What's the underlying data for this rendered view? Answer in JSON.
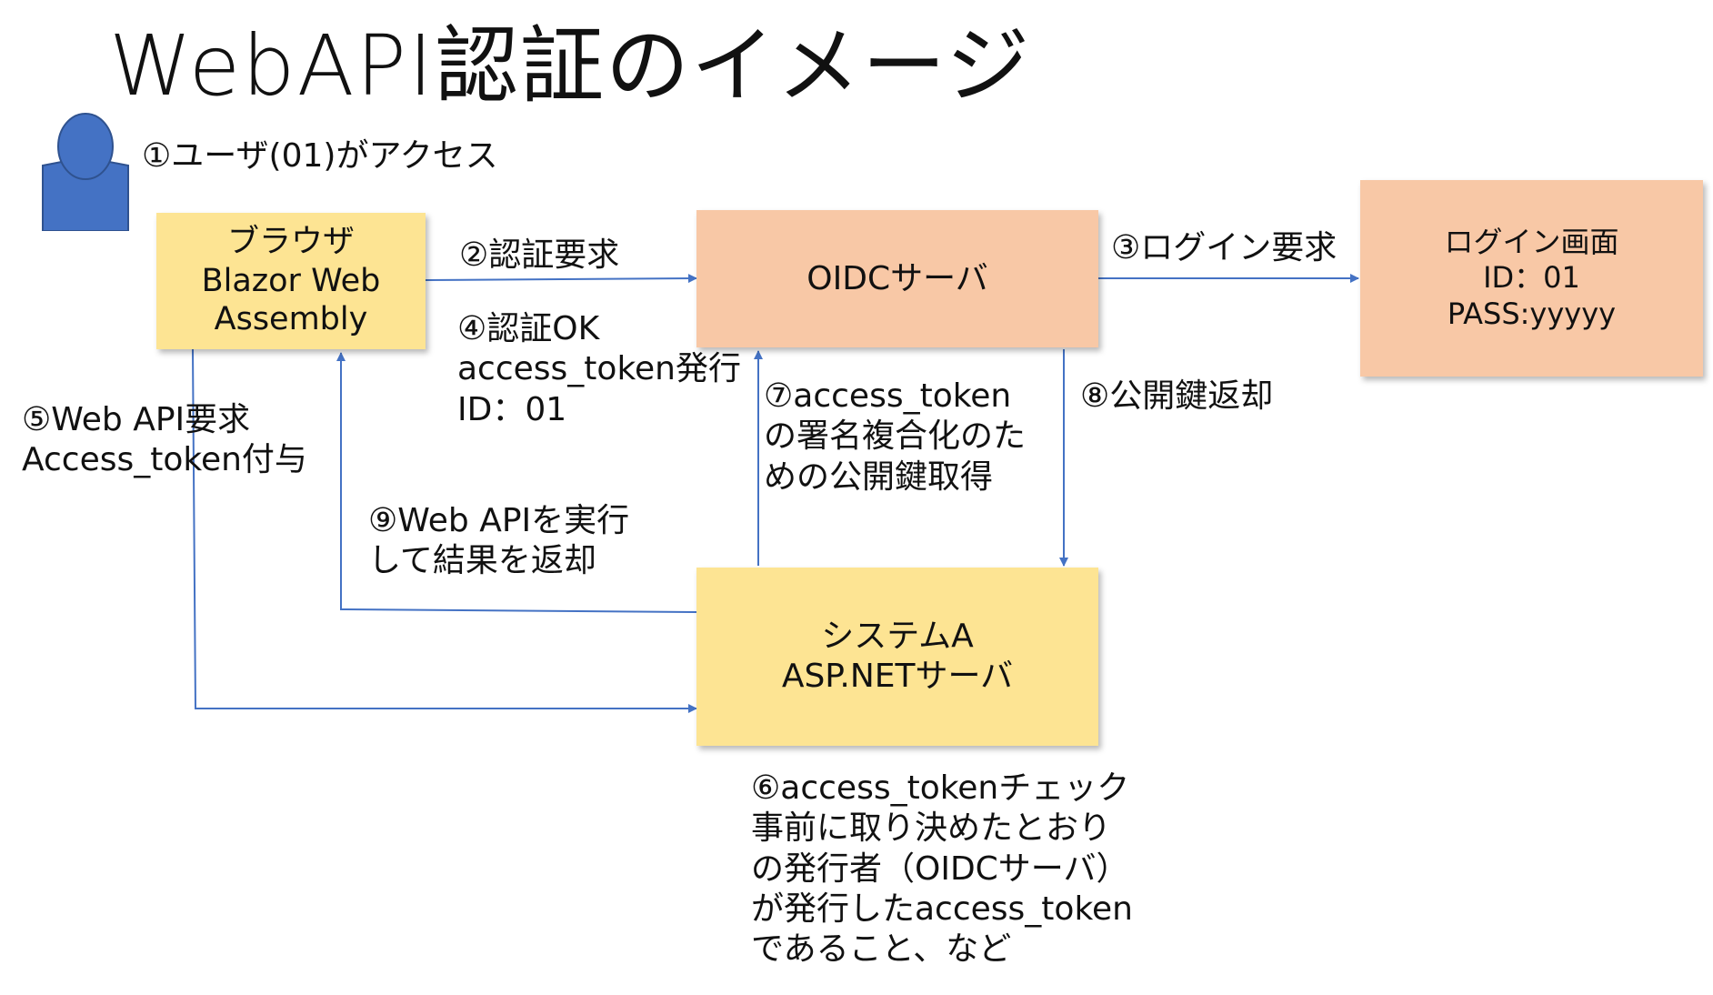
{
  "title": "WebAPI認証のイメージ",
  "colors": {
    "user_icon": "#4472c4",
    "arrow": "#4472c4",
    "box_yellow": "#fde493",
    "box_peach": "#f8c8a6"
  },
  "icons": {
    "user": "user-person-icon"
  },
  "nodes": {
    "browser": {
      "lines": [
        "ブラウザ",
        "Blazor Web",
        "Assembly"
      ]
    },
    "oidc": {
      "lines": [
        "OIDCサーバ"
      ]
    },
    "login": {
      "lines": [
        "ログイン画面",
        "ID：01",
        "PASS:yyyyy"
      ]
    },
    "system": {
      "lines": [
        "システムA",
        "ASP.NETサーバ"
      ]
    }
  },
  "steps": {
    "s1": [
      "①ユーザ(01)がアクセス"
    ],
    "s2": [
      "②認証要求"
    ],
    "s3": [
      "③ログイン要求"
    ],
    "s4": [
      "④認証OK",
      "access_token発行",
      "ID：01"
    ],
    "s5": [
      "⑤Web API要求",
      "Access_token付与"
    ],
    "s6": [
      "⑥access_tokenチェック",
      "事前に取り決めたとおり",
      "の発行者（OIDCサーバ）",
      "が発行したaccess_token",
      "であること、など"
    ],
    "s7": [
      "⑦access_token",
      "の署名複合化のた",
      "めの公開鍵取得"
    ],
    "s8": [
      "⑧公開鍵返却"
    ],
    "s9": [
      "⑨Web APIを実行",
      "して結果を返却"
    ]
  }
}
